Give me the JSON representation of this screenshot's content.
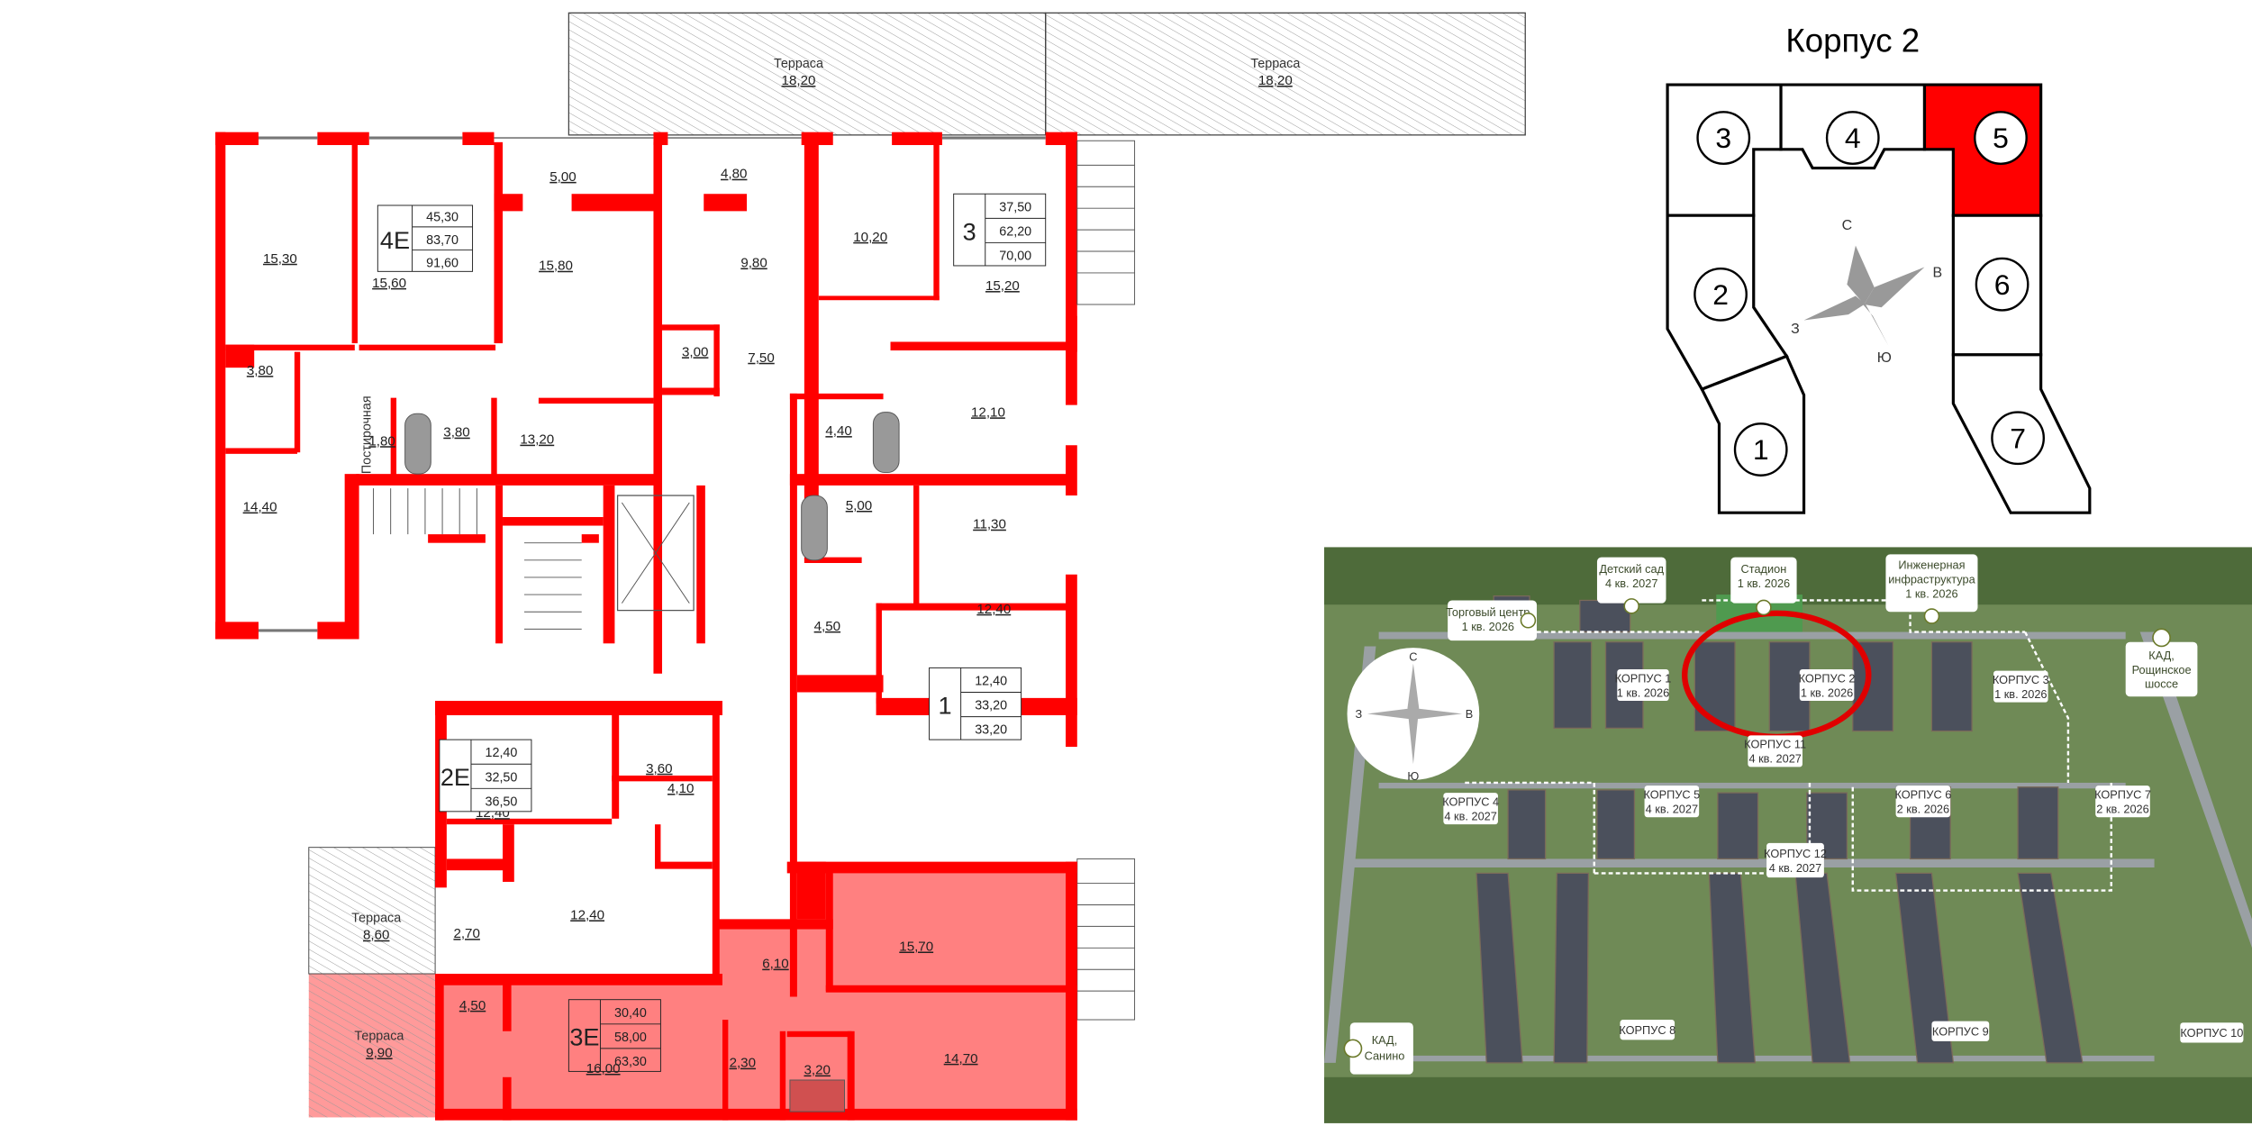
{
  "plan": {
    "terraces": [
      {
        "label": "Терраса",
        "area": "18,20"
      },
      {
        "label": "Терраса",
        "area": "18,20"
      },
      {
        "label": "Терраса",
        "area": "8,60"
      },
      {
        "label": "Терраса",
        "area": "9,90"
      }
    ],
    "laundry_label": "Постирочная",
    "rooms": [
      "5,00",
      "4,80",
      "15,30",
      "15,60",
      "15,80",
      "9,80",
      "10,20",
      "15,20",
      "3,80",
      "3,80",
      "1,80",
      "3,00",
      "7,50",
      "13,20",
      "4,40",
      "12,10",
      "14,40",
      "5,00",
      "11,30",
      "4,50",
      "12,40",
      "3,60",
      "12,40",
      "4,10",
      "12,40",
      "2,70",
      "6,10",
      "15,70",
      "4,50",
      "16,00",
      "2,30",
      "3,20",
      "14,70"
    ],
    "apartments": [
      {
        "type": "4Е",
        "areas": [
          "45,30",
          "83,70",
          "91,60"
        ]
      },
      {
        "type": "3",
        "areas": [
          "37,50",
          "62,20",
          "70,00"
        ]
      },
      {
        "type": "1",
        "areas": [
          "12,40",
          "33,20",
          "33,20"
        ]
      },
      {
        "type": "2Е",
        "areas": [
          "12,40",
          "32,50",
          "36,50"
        ]
      },
      {
        "type": "3Е",
        "areas": [
          "30,40",
          "58,00",
          "63,30"
        ],
        "highlighted": true
      }
    ],
    "wall_color": "#ff0000",
    "highlight_color": "#ff8080"
  },
  "keyplan": {
    "title": "Корпус 2",
    "sections": [
      "1",
      "2",
      "3",
      "4",
      "5",
      "6",
      "7"
    ],
    "selected_section": "5",
    "selected_color": "#ff0000",
    "compass": {
      "n": "С",
      "w": "З",
      "e": "В",
      "s": "Ю"
    }
  },
  "aerial": {
    "compass": {
      "n": "С",
      "w": "З",
      "e": "В",
      "s": "Ю"
    },
    "callouts": [
      {
        "l1": "Детский сад",
        "l2": "4 кв. 2027"
      },
      {
        "l1": "Стадион",
        "l2": "1 кв. 2026"
      },
      {
        "l1": "Инженерная",
        "l2": "инфраструктура",
        "l3": "1 кв. 2026"
      },
      {
        "l1": "Торговый центр",
        "l2": "1 кв. 2026"
      },
      {
        "l1": "КАД,",
        "l2": "Рощинское",
        "l3": "шоссе"
      },
      {
        "l1": "КАД,",
        "l2": "Санино"
      }
    ],
    "buildings": [
      {
        "l1": "КОРПУС 1",
        "l2": "1 кв. 2026"
      },
      {
        "l1": "КОРПУС 2",
        "l2": "1 кв. 2026"
      },
      {
        "l1": "КОРПУС 3",
        "l2": "1 кв. 2026"
      },
      {
        "l1": "КОРПУС 11",
        "l2": "4 кв. 2027"
      },
      {
        "l1": "КОРПУС 4",
        "l2": "4 кв. 2027"
      },
      {
        "l1": "КОРПУС 5",
        "l2": "4 кв. 2027"
      },
      {
        "l1": "КОРПУС 6",
        "l2": "2 кв. 2026"
      },
      {
        "l1": "КОРПУС 7",
        "l2": "2 кв. 2026"
      },
      {
        "l1": "КОРПУС 12",
        "l2": "4 кв. 2027"
      },
      {
        "l1": "КОРПУС 8"
      },
      {
        "l1": "КОРПУС 9"
      },
      {
        "l1": "КОРПУС 10"
      }
    ],
    "selected_building": "КОРПУС 2",
    "marker_color": "#e00000"
  }
}
